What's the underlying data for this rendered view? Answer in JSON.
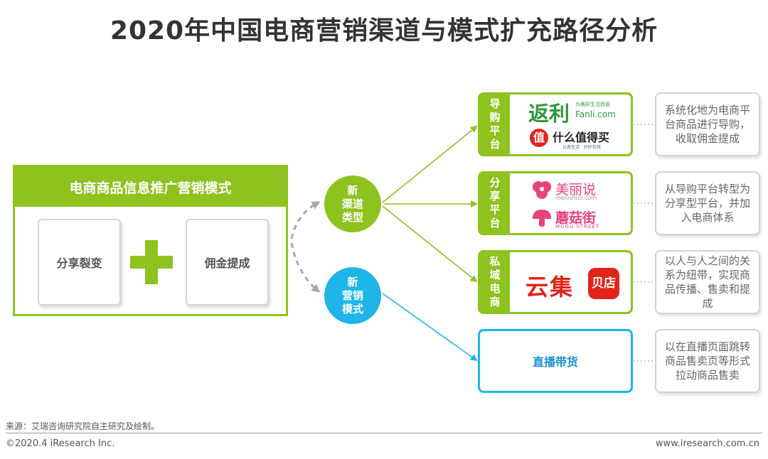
{
  "title": "2020年中国电商营销渠道与模式扩充路径分析",
  "model": {
    "header": "电商商品信息推广营销模式",
    "left_card": "分享裂变",
    "right_card": "佣金提成"
  },
  "nodes": {
    "new_channel": [
      "新",
      "渠道",
      "类型"
    ],
    "new_marketing": [
      "新",
      "营销",
      "模式"
    ]
  },
  "platforms": [
    {
      "tab": [
        "导",
        "购",
        "平",
        "台"
      ],
      "logos": {
        "fanli_cn": "返利",
        "fanli_tag": "为美好生活而省",
        "fanli_en": "Fanli.com",
        "smzdm_icon": "值",
        "smzdm_cn": "什么值得买",
        "smzdm_tag": "认真生活 · 好好花钱"
      },
      "desc": "系统化地为电商平台商品进行导购，收取佣金提成"
    },
    {
      "tab": [
        "分",
        "享",
        "平",
        "台"
      ],
      "logos": {
        "meili_cn": "美丽说",
        "meili_en": "meilishuo.com",
        "mogu_cn": "蘑菇街",
        "mogu_en": "MOGU STREET"
      },
      "desc": "从导购平台转型为分享型平台，并加入电商体系"
    },
    {
      "tab": [
        "私",
        "域",
        "电",
        "商"
      ],
      "logos": {
        "yunji": "云集",
        "beidian": "贝店"
      },
      "desc": "以人与人之间的关系为纽带，实现商品传播、售卖和提成"
    },
    {
      "label": "直播带货",
      "desc": "以在直播页面跳转商品售卖页等形式拉动商品售卖"
    }
  ],
  "colors": {
    "green": "#8dc21f",
    "blue": "#1fb5e8",
    "red": "#e2231a",
    "pink": "#e6437a"
  },
  "footer": {
    "source": "来源：艾瑞咨询研究院自主研究及绘制。",
    "copyright": "©2020.4 iResearch Inc.",
    "website": "www.iresearch.com.cn"
  }
}
